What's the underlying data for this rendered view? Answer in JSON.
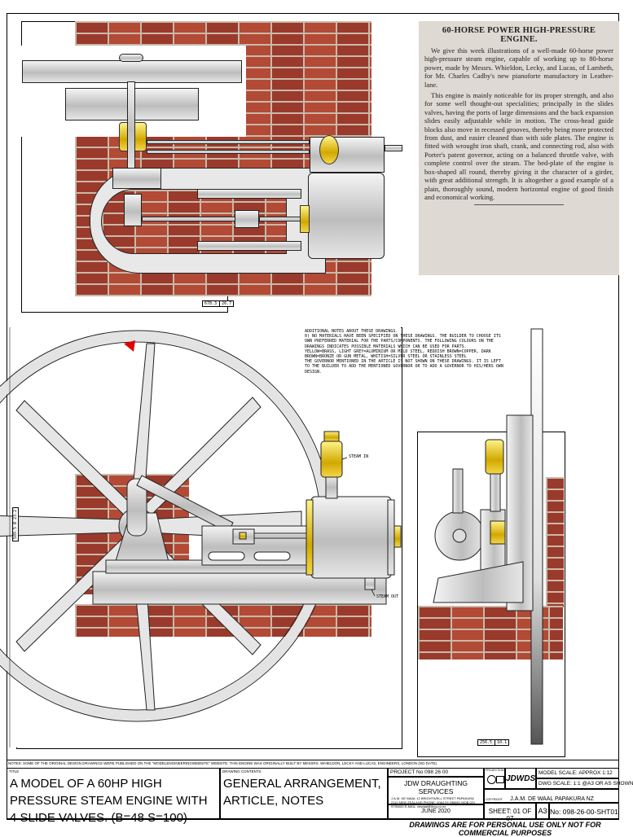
{
  "article": {
    "title": "60-HORSE POWER HIGH-PRESSURE ENGINE.",
    "paragraphs": [
      "We give this week illustrations of a well-made 60-horse power high-pressure steam engine, capable of working up to 80-horse power, made by Messrs. Whieldon, Lecky, and Lucas, of Lambeth, for Mr. Charles Cadby's new pianoforte manufactory in Leather-lane.",
      "This engine is mainly noticeable for its proper strength, and also for some well thought-out specialities; principally in the slides valves, having the ports of large dimensions and the back expansion slides easily adjustable while in motion. The cross-head guide blocks also move in recessed grooves, thereby being more protected from dust, and easier cleaned than with side plates. The engine is fitted with wrought iron shaft, crank, and connecting rod, also with Porter's patent governor, acting on a balanced throttle valve, with complete control over the steam. The bed-plate of the engine is box-shaped all round, thereby giving it the character of a girder, with great additional strength. It is altogether a good example of a plain, thoroughly sound, modern horizontal engine of good finish and economical working."
    ]
  },
  "dimensions": {
    "plan": [
      "678.3",
      "26.7"
    ],
    "side_vertical": "589.5",
    "side_vertical_small": "Ø 23.2",
    "end": [
      "256.5",
      "10.1"
    ]
  },
  "labels": {
    "steam_in": "STEAM IN",
    "steam_out": "STEAM OUT"
  },
  "additional_notes": [
    "ADDITIONAL NOTES ABOUT THESE DRAWINGS.",
    "0) NO MATERIALS HAVE BEEN SPECIFIED ON THESE DRAWINGS. THE BUILDER TO CHOOSE ITS OWN PREFERRED MATERIAL FOR THE PARTS/COMPONENTS. THE FOLLOWING COLOURS ON THE DRAWINGS INDICATES POSSIBLE MATERIALS WHICH CAN BE USED FOR PARTS.",
    "YELLOW=BRASS, LIGHT GREY=ALUMINIUM OR MILD STEEL, REDDISH BROWN=COPPER, DARK BROWN=BRONZE OR GUN METAL, WHITISH=SILVER STEEL OR STAINLESS STEEL",
    "THE GOVERNOR MENTIONED IN THE ARTICLE IS NOT SHOWN ON THESE DRAWINGS. IT IS LEFT TO THE BUILDER TO ADD THE MENTIONED GOVERNOR OR TO ADD A GOVERNOR TO HIS/HERS OWN DESIGN."
  ],
  "title_block": {
    "notes_line": "NOTES: SOME OF THE ORIGINAL DESIGN DRAWINGS WERE PUBLISHED ON THE \"MODELENGINEERINGWEBSITE\" WEBSITE. THIS ENGINE WAS ORIGINALLY BUILT BY MESSRS. WHIELDON, LECKY AND LUCAS, ENGINEERS, LONDON (NO DATE)",
    "title_label": "TITLE",
    "title": "A MODEL OF A 60HP HIGH PRESSURE STEAM ENGINE WITH 4 SLIDE VALVES. (B=48 S=100)",
    "contents_label": "DRAWING CONTENTS",
    "contents": "GENERAL ARRANGEMENT, ARTICLE, NOTES",
    "project": "PROJECT No  098 26 00",
    "company": "JDW DRAUGHTING SERVICES",
    "address": "J.A.M. DE WAAL 12 BRIGHTWELL STREET PAPAKURA 2110 NEW ZEALAND PHONE: 0064 09 298891 MOB 021 9790000 E-MAIL: dewaal@ihug.co.nz",
    "date": "JUNE 2020",
    "projection_label": "PROJECTION",
    "logo": "JDWDS",
    "copyright_label": "COPYRIGHT",
    "copyright": "J.A.M. DE WAAL PAPAKURA NZ",
    "model_scale": "MODEL SCALE: APPROX 1:12",
    "dwg_scale": "DWG SCALE: 1:1 @A3 OR AS SHOWN",
    "sheet": "SHEET: 01 OF 07",
    "size": "A3",
    "number": "No: 098-26-00-SHT01"
  },
  "footer": "DRAWINGS ARE FOR PERSONAL USE ONLY NOT FOR COMMERCIAL PURPOSES"
}
